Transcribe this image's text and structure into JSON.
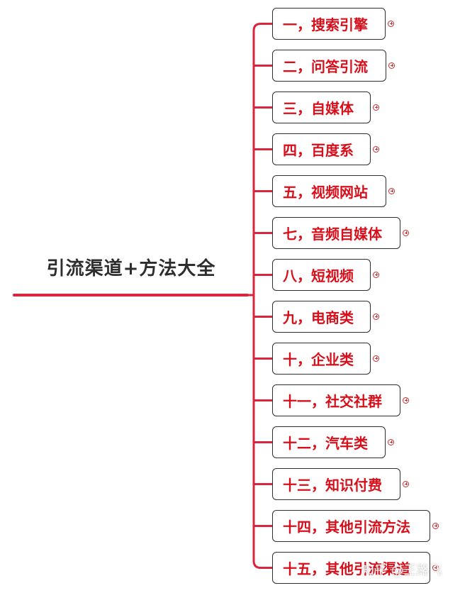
{
  "root": {
    "title": "引流渠道+方法大全"
  },
  "branches": [
    {
      "label": "一，搜索引擎"
    },
    {
      "label": "二，问答引流"
    },
    {
      "label": "三，自媒体"
    },
    {
      "label": "四，百度系"
    },
    {
      "label": "五，视频网站"
    },
    {
      "label": "七，音频自媒体"
    },
    {
      "label": "八，短视频"
    },
    {
      "label": "九，电商类"
    },
    {
      "label": "十，企业类"
    },
    {
      "label": "十一，社交社群"
    },
    {
      "label": "十二，汽车类"
    },
    {
      "label": "十三，知识付费"
    },
    {
      "label": "十四，其他引流方法"
    },
    {
      "label": "十五，其他引流渠道"
    }
  ],
  "watermark": "知乎 @王路飞",
  "colors": {
    "accent": "#d7263d",
    "node_text": "#d60f1b",
    "node_border": "#2f2f2f",
    "root_text": "#2d2d2d"
  },
  "icons": {
    "expand": "plus-circle-icon"
  }
}
